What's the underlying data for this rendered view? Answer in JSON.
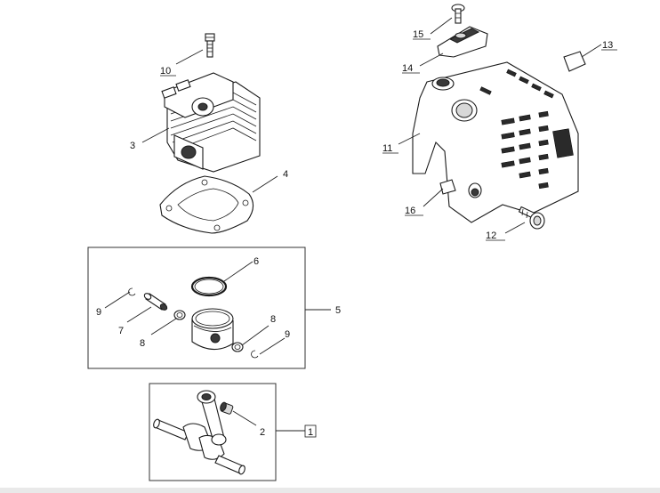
{
  "labels": {
    "p1": "1",
    "p2": "2",
    "p3": "3",
    "p4": "4",
    "p5": "5",
    "p6": "6",
    "p7": "7",
    "p8a": "8",
    "p8b": "8",
    "p9a": "9",
    "p9b": "9",
    "p10": "10",
    "p11": "11",
    "p12": "12",
    "p13": "13",
    "p14": "14",
    "p15": "15",
    "p16": "16"
  },
  "colors": {
    "line": "#1a1a1a",
    "shade": "#3a3a3a",
    "background": "#ffffff"
  }
}
